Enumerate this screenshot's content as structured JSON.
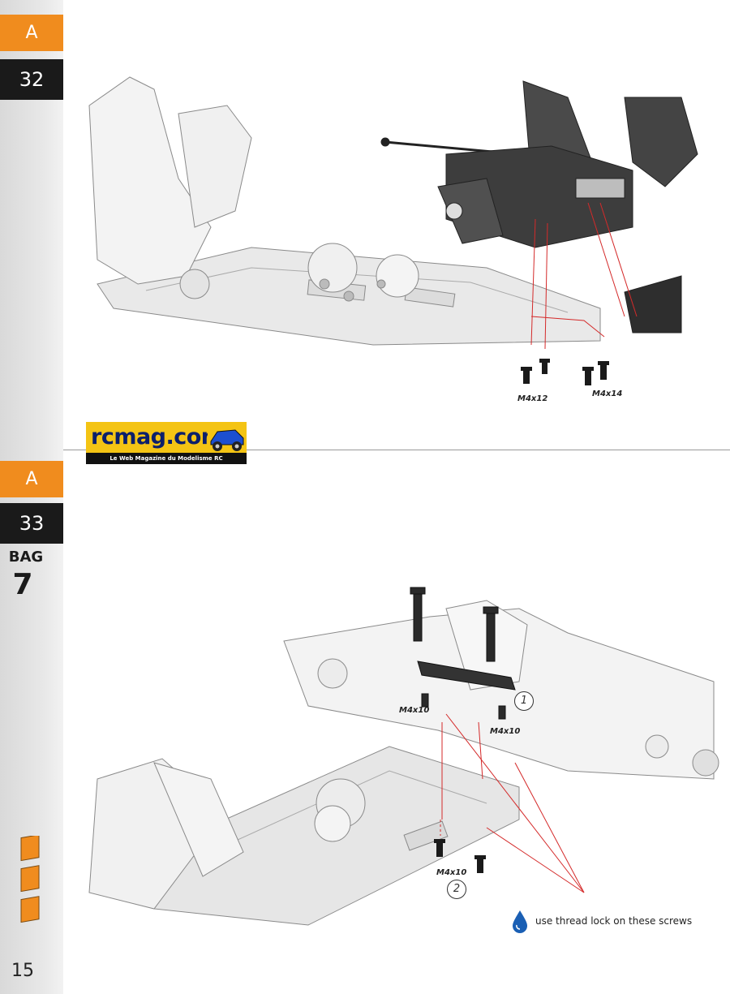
{
  "sidebar": {
    "step1": {
      "letter": "A",
      "number": "32"
    },
    "step2": {
      "letter": "A",
      "number": "33"
    },
    "bag": {
      "label": "BAG",
      "number": "7"
    },
    "page_number": "15"
  },
  "logo": {
    "name": "rcmag.com",
    "tagline": "Le Web Magazine du Modelisme RC"
  },
  "step32": {
    "screw_labels": [
      "M4x12",
      "M4x14"
    ]
  },
  "step33": {
    "screw_labels": [
      "M4x10",
      "M4x10",
      "M4x10"
    ],
    "callouts": [
      "1",
      "2"
    ],
    "note": "use thread lock on these screws"
  },
  "colors": {
    "tab_orange": "#f08c1e",
    "tab_black": "#1a1a1a",
    "leader_red": "#d42a2a",
    "logo_yellow": "#f4c414",
    "logo_blue": "#0b1f6b",
    "drop_blue": "#1a5fb4"
  },
  "icons": [
    "thread-lock-drop-icon",
    "brand-logo-icon"
  ]
}
